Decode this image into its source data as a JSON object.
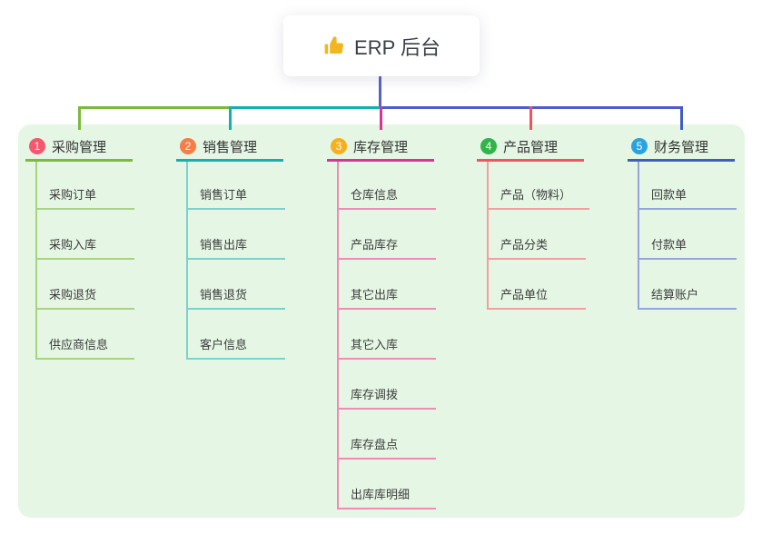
{
  "root": {
    "title": "ERP 后台",
    "icon": "thumbs-up-icon"
  },
  "colors": {
    "canvas_bg": "#ffffff",
    "panel_bg": "#e5f6e4",
    "root_line": "#5560c8",
    "bar_segments": [
      "#7cb93e",
      "#16b0ab",
      "#4f5bc8"
    ],
    "root_text": "#3a3f46",
    "branch_title_text": "#333333",
    "child_text": "#3c3c3c",
    "thumb_icon": "#f2b61e"
  },
  "branches": [
    {
      "badge": "1",
      "title": "采购管理",
      "badge_color": "#f6576e",
      "line_color": "#7cb93e",
      "light_color": "#a8d37f",
      "children": [
        "采购订单",
        "采购入库",
        "采购退货",
        "供应商信息"
      ]
    },
    {
      "badge": "2",
      "title": "销售管理",
      "badge_color": "#f67e45",
      "line_color": "#16b0ab",
      "light_color": "#79d2cb",
      "children": [
        "销售订单",
        "销售出库",
        "销售退货",
        "客户信息"
      ]
    },
    {
      "badge": "3",
      "title": "库存管理",
      "badge_color": "#f7b01d",
      "line_color": "#d6368f",
      "light_color": "#f18ab7",
      "children": [
        "仓库信息",
        "产品库存",
        "其它出库",
        "其它入库",
        "库存调拨",
        "库存盘点",
        "出库库明细"
      ]
    },
    {
      "badge": "4",
      "title": "产品管理",
      "badge_color": "#32b34c",
      "line_color": "#f4525e",
      "light_color": "#f49e9e",
      "children": [
        "产品（物料）",
        "产品分类",
        "产品单位"
      ]
    },
    {
      "badge": "5",
      "title": "财务管理",
      "badge_color": "#29a3df",
      "line_color": "#3f5ec0",
      "light_color": "#92a5de",
      "children": [
        "回款单",
        "付款单",
        "结算账户"
      ]
    }
  ]
}
